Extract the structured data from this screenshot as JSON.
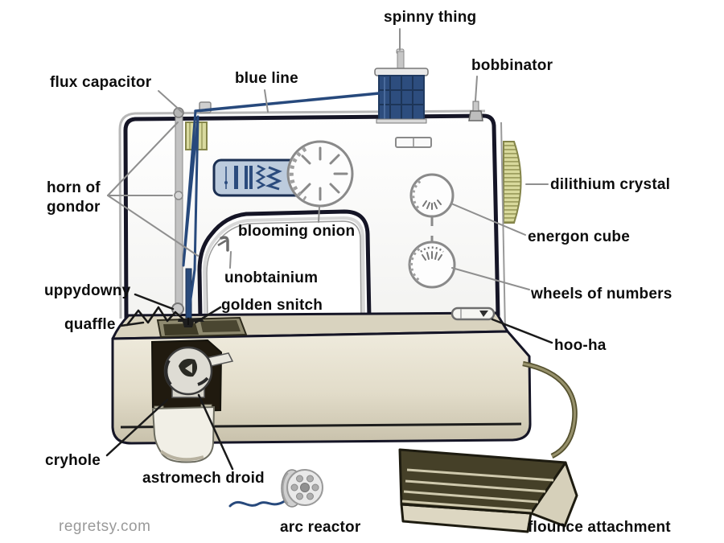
{
  "watermark": "regretsy.com",
  "labels": {
    "spinny_thing": "spinny thing",
    "bobbinator": "bobbinator",
    "blue_line": "blue line",
    "flux_capacitor": "flux capacitor",
    "horn_of_gondor": "horn of\ngondor",
    "blooming_onion": "blooming onion",
    "unobtainium": "unobtainium",
    "golden_snitch": "golden snitch",
    "uppydowny": "uppydowny",
    "quaffle": "quaffle",
    "energon_cube": "energon cube",
    "wheels_of_numbers": "wheels of numbers",
    "dilithium_crystal": "dilithium crystal",
    "hoo_ha": "hoo-ha",
    "cryhole": "cryhole",
    "astromech_droid": "astromech droid",
    "arc_reactor": "arc reactor",
    "flounce_attachment": "flounce attachment"
  },
  "colors": {
    "outline_navy": "#151526",
    "thread_blue": "#27497c",
    "spool_navy": "#2d4d7e",
    "panel_blue": "#bccbdd",
    "crystal_yellow": "#d8d99c",
    "bed_beige": "#d8d2be",
    "pedal_olive": "#454028",
    "leader_gray": "#8f8f8f",
    "label_text": "#0d0d0d",
    "watermark_gray": "#9a9a9a"
  }
}
